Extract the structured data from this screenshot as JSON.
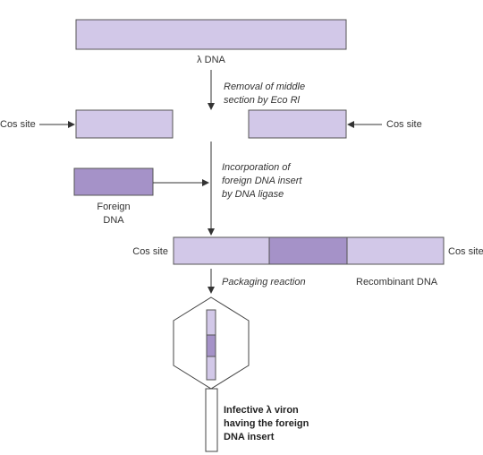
{
  "labels": {
    "lambda_dna": "λ DNA",
    "removal_line1": "Removal of middle",
    "removal_line2": "section by Eco Rl",
    "cos_site_left": "Cos site",
    "cos_site_right": "Cos site",
    "incorp_line1": "Incorporation of",
    "incorp_line2": "foreign DNA insert",
    "incorp_line3": "by DNA ligase",
    "foreign_line1": "Foreign",
    "foreign_line2": "DNA",
    "cos_site_recomb_left": "Cos site",
    "cos_site_recomb_right": "Cos site",
    "packaging": "Packaging reaction",
    "recombinant_dna": "Recombinant DNA",
    "virion_line1": "Infective λ viron",
    "virion_line2": "having the foreign",
    "virion_line3": "DNA insert"
  },
  "colors": {
    "dna_fill": "#d2c8e8",
    "insert_fill": "#a592c8",
    "outline": "#555555",
    "arrow": "#333333"
  }
}
